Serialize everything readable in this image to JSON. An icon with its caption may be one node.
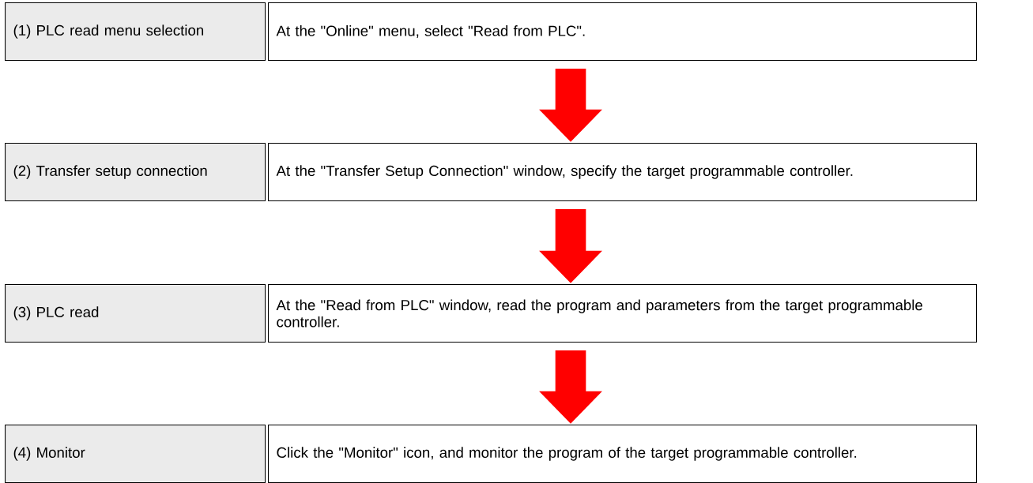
{
  "diagram": {
    "nodes": [
      {
        "text": [
          "(1) PLC read menu selection"
        ]
      },
      {
        "text": [
          "At the \"Online\" menu, select \"Read from PLC\"."
        ]
      },
      {
        "text": [
          "(2) Transfer setup connection"
        ]
      },
      {
        "text": [
          "At the \"Transfer Setup Connection\" window, specify the target programmable controller."
        ]
      },
      {
        "text": [
          "(3) PLC read"
        ]
      },
      {
        "text": [
          "At the \"Read from PLC\" window, read the program and parameters from the target programmable controller."
        ]
      },
      {
        "text": [
          "(4) Monitor"
        ]
      },
      {
        "text": [
          "Click the \"Monitor\" icon, and monitor the program of the target programmable controller."
        ]
      }
    ],
    "edges": [
      {
        "from": 1,
        "to": 3,
        "arrow": "to"
      },
      {
        "from": 3,
        "to": 5,
        "arrow": "to"
      },
      {
        "from": 5,
        "to": 7,
        "arrow": "to"
      }
    ]
  }
}
